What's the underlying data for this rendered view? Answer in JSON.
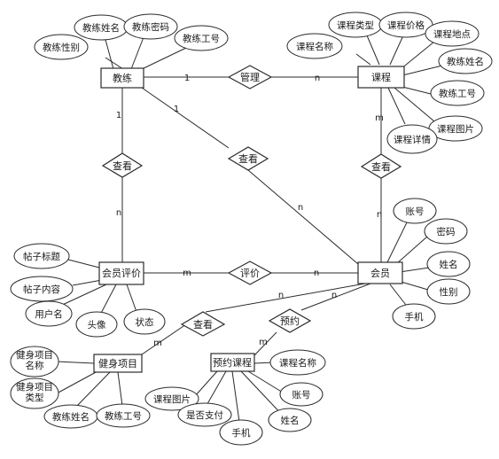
{
  "entities": {
    "coach": "教练",
    "course": "课程",
    "member_review": "会员评价",
    "member": "会员",
    "fitness_item": "健身项目",
    "reservation": "预约课程"
  },
  "relationships": {
    "manage": "管理",
    "view_coach": "查看",
    "view_course": "查看",
    "view_member": "查看",
    "evaluate": "评价",
    "reserve": "预约",
    "view_fitness": "查看"
  },
  "attributes": {
    "coach": {
      "gender": "教练性别",
      "name": "教练姓名",
      "password": "教练密码",
      "number": "教练工号"
    },
    "course": {
      "name": "课程名称",
      "type": "课程类型",
      "price": "课程价格",
      "location": "课程地点",
      "coach_name": "教练姓名",
      "coach_number": "教练工号",
      "image": "课程图片",
      "detail": "课程详情"
    },
    "member": {
      "account": "账号",
      "password": "密码",
      "name": "姓名",
      "gender": "性别",
      "phone": "手机"
    },
    "member_review": {
      "post_title": "帖子标题",
      "post_content": "帖子内容",
      "username": "用户名",
      "avatar": "头像",
      "status": "状态"
    },
    "fitness_item": {
      "name_line1": "健身项目",
      "name_line2": "名称",
      "type_line1": "健身项目",
      "type_line2": "类型",
      "coach_name": "教练姓名",
      "coach_number": "教练工号"
    },
    "reservation": {
      "course_name": "课程名称",
      "course_image": "课程图片",
      "is_paid": "是否支付",
      "phone": "手机",
      "name": "姓名",
      "account": "账号"
    }
  },
  "cardinalities": {
    "coach_manage": "1",
    "manage_course": "n",
    "coach_view": "1",
    "view_review": "n",
    "coach_view_member": "1",
    "view_member_side": "n",
    "course_view": "m",
    "view_member": "n",
    "review_evaluate": "m",
    "evaluate_member": "n",
    "member_view_fitness": "n",
    "view_fitness": "m",
    "member_reserve": "n",
    "reserve_reservation": "m"
  }
}
